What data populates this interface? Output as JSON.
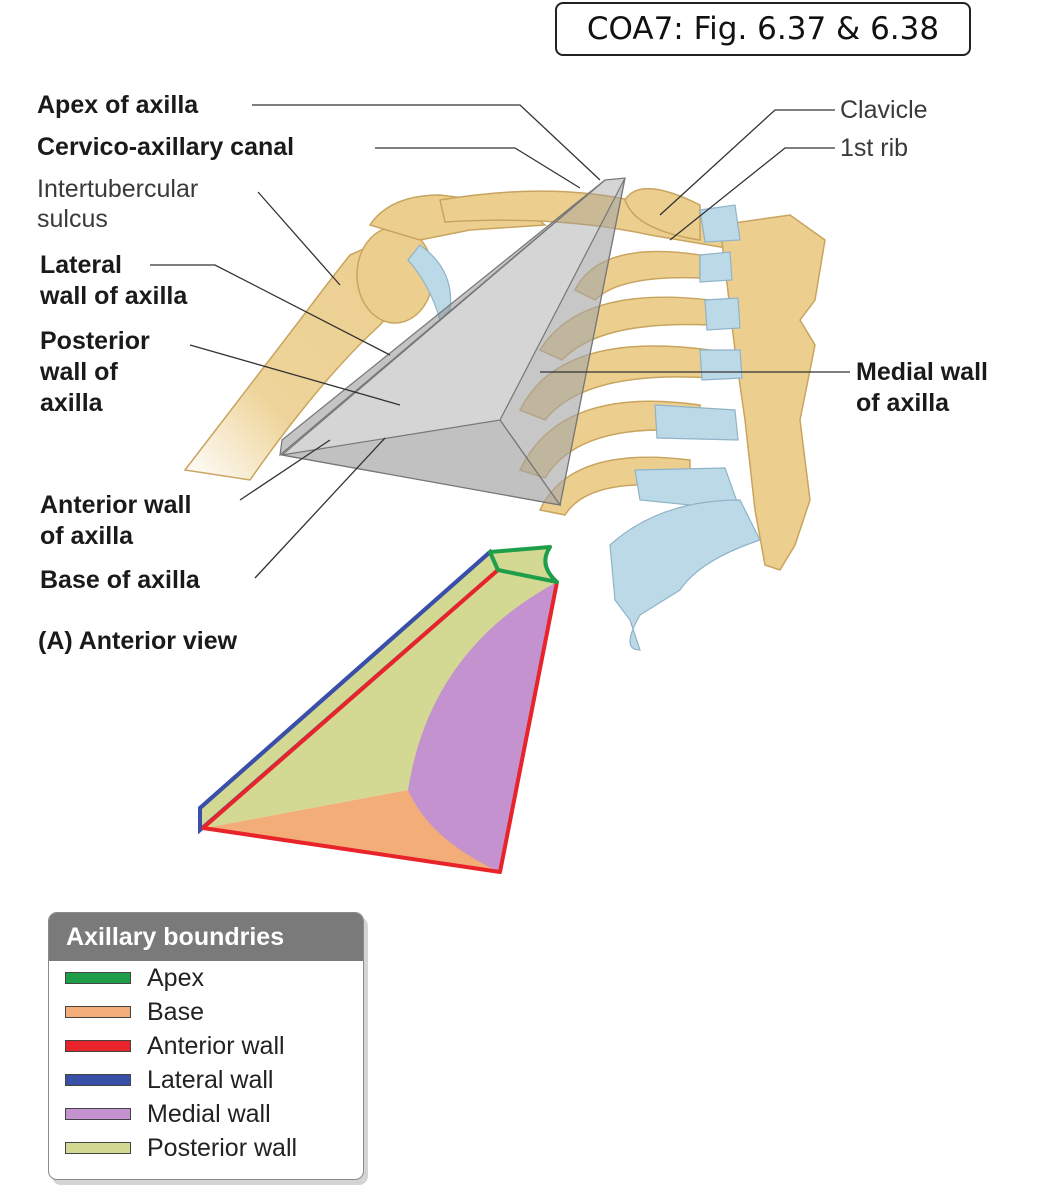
{
  "reference": "COA7: Fig. 6.37 & 6.38",
  "labels": {
    "apex": "Apex of axilla",
    "canal": "Cervico-axillary canal",
    "sulcus_line1": "Intertubercular",
    "sulcus_line2": "sulcus",
    "lateral_line1": "Lateral",
    "lateral_line2": "wall of axilla",
    "posterior_line1": "Posterior",
    "posterior_line2": "wall of",
    "posterior_line3": "axilla",
    "anterior_line1": "Anterior wall",
    "anterior_line2": "of axilla",
    "base": "Base of axilla",
    "view": "(A) Anterior view",
    "clavicle": "Clavicle",
    "first_rib": "1st rib",
    "medial_line1": "Medial wall",
    "medial_line2": "of axilla"
  },
  "legend": {
    "title": "Axillary boundries",
    "items": [
      {
        "label": "Apex",
        "color": "#1f9e4a"
      },
      {
        "label": "Base",
        "color": "#f2ad78"
      },
      {
        "label": "Anterior wall",
        "color": "#e8232a"
      },
      {
        "label": "Lateral wall",
        "color": "#3a4fa8"
      },
      {
        "label": "Medial wall",
        "color": "#c392cf"
      },
      {
        "label": "Posterior wall",
        "color": "#d3d993"
      }
    ]
  },
  "colors": {
    "bone": "#eccf8f",
    "bone_edge": "#c8a45e",
    "cartilage": "#bcd9e8",
    "pyramid": "#9a9a9a"
  }
}
